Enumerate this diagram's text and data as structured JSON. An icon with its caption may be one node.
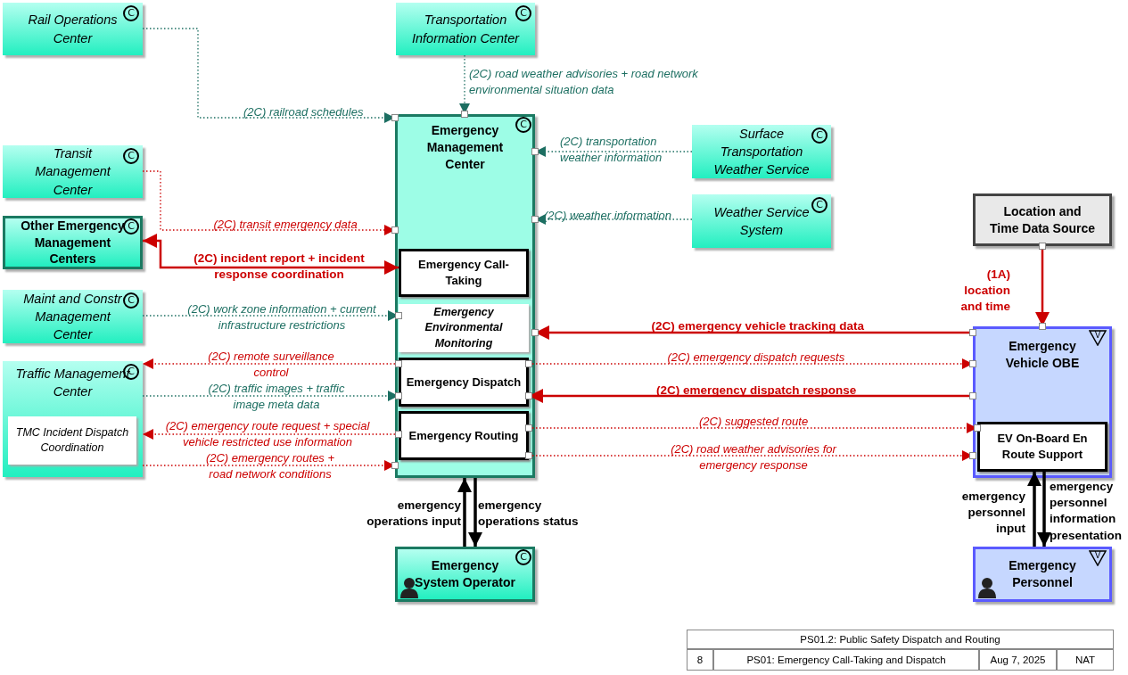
{
  "diagram": {
    "nodes": [
      {
        "text": [
          "Rail Operations Center"
        ]
      },
      {
        "text": [
          "Transportation Information Center"
        ]
      },
      {
        "text": [
          "Emergency Management Center"
        ]
      },
      {
        "text": [
          "Emergency Call-Taking"
        ],
        "in": 2
      },
      {
        "text": [
          "Emergency Environmental Monitoring"
        ],
        "in": 2
      },
      {
        "text": [
          "Emergency Dispatch"
        ],
        "in": 2
      },
      {
        "text": [
          "Emergency Routing"
        ],
        "in": 2
      },
      {
        "text": [
          "Surface Transportation Weather Service"
        ]
      },
      {
        "text": [
          "Weather Service System"
        ]
      },
      {
        "text": [
          "Transit Management Center"
        ]
      },
      {
        "text": [
          "Other Emergency Management Centers"
        ]
      },
      {
        "text": [
          "Maint and Constr Management Center"
        ]
      },
      {
        "text": [
          "Traffic Management Center"
        ]
      },
      {
        "text": [
          "TMC Incident Dispatch Coordination"
        ],
        "in": 12
      },
      {
        "text": [
          "Location and Time Data Source"
        ]
      },
      {
        "text": [
          "Emergency Vehicle OBE"
        ]
      },
      {
        "text": [
          "EV On-Board En Route Support"
        ],
        "in": 15
      },
      {
        "text": [
          "Emergency System Operator"
        ]
      },
      {
        "text": [
          "Emergency Personnel"
        ]
      }
    ],
    "edges": [
      {
        "from": 0,
        "to": 2,
        "arrow": "to",
        "label": "(2C) railroad schedules",
        "style": "dashed",
        "color": "#1d6f62"
      },
      {
        "from": 1,
        "to": 2,
        "arrow": "to",
        "label": "(2C) road weather advisories + road network environmental situation data",
        "style": "dashed",
        "color": "#1d6f62"
      },
      {
        "from": 7,
        "to": 2,
        "arrow": "to",
        "label": "(2C) transportation weather information",
        "style": "dashed",
        "color": "#1d6f62"
      },
      {
        "from": 8,
        "to": 2,
        "arrow": "to",
        "label": "(2C) weather information",
        "style": "dashed",
        "color": "#1d6f62"
      },
      {
        "from": 9,
        "to": 2,
        "arrow": "to",
        "label": "(2C) transit emergency data",
        "style": "dashed"
      },
      {
        "from": 10,
        "to": 3,
        "arrow": "both",
        "label": "(2C) incident report + incident response coordination"
      },
      {
        "from": 11,
        "to": 4,
        "arrow": "to",
        "label": "(2C) work zone information + current infrastructure restrictions",
        "style": "dashed",
        "color": "#1d6f62"
      },
      {
        "from": 5,
        "to": 12,
        "arrow": "to",
        "label": "(2C) remote surveillance control",
        "style": "dashed"
      },
      {
        "from": 12,
        "to": 5,
        "arrow": "to",
        "label": "(2C) traffic images + traffic image meta data",
        "style": "dashed",
        "color": "#1d6f62"
      },
      {
        "from": 6,
        "to": 12,
        "arrow": "to",
        "label": "(2C) emergency route request + special vehicle restricted use information",
        "style": "dashed"
      },
      {
        "from": 12,
        "to": 2,
        "arrow": "to",
        "label": "(2C) emergency routes + road network conditions",
        "style": "dashed"
      },
      {
        "from": 15,
        "to": 2,
        "arrow": "to",
        "label": "(2C) emergency vehicle tracking data"
      },
      {
        "from": 5,
        "to": 15,
        "arrow": "to",
        "label": "(2C) emergency dispatch requests",
        "style": "dashed"
      },
      {
        "from": 15,
        "to": 5,
        "arrow": "to",
        "label": "(2C) emergency dispatch response"
      },
      {
        "from": 6,
        "to": 16,
        "arrow": "to",
        "label": "(2C) suggested route",
        "style": "dashed"
      },
      {
        "from": 6,
        "to": 15,
        "arrow": "to",
        "label": "(2C) road weather advisories for emergency response",
        "style": "dashed"
      },
      {
        "from": 14,
        "to": 15,
        "arrow": "to",
        "label": "(1A) location and time"
      },
      {
        "from": 17,
        "to": 2,
        "arrow": "to",
        "label": "emergency operations input",
        "style": "thick",
        "color": "#000000"
      },
      {
        "from": 2,
        "to": 17,
        "arrow": "to",
        "label": "emergency operations status",
        "style": "thick",
        "color": "#000000"
      },
      {
        "from": 18,
        "to": 16,
        "arrow": "to",
        "label": "emergency personnel input",
        "style": "thick",
        "color": "#000000"
      },
      {
        "from": 16,
        "to": 18,
        "arrow": "to",
        "label": "emergency personnel information presentation",
        "style": "thick",
        "color": "#000000"
      }
    ],
    "labels": [
      "C",
      "C",
      "C",
      "C",
      "C",
      "C",
      "C",
      "C",
      "C",
      "C",
      "V",
      "V",
      "PS01.2: Public Safety Dispatch and Routing",
      "8",
      "PS01: Emergency Call-Taking and Dispatch",
      "Aug 7, 2025",
      "NAT"
    ]
  }
}
